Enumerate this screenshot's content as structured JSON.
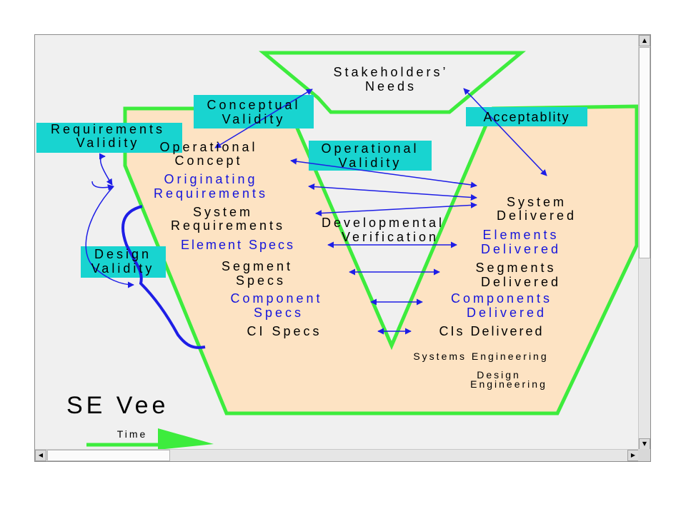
{
  "diagram": {
    "top": {
      "line1": "Stakeholders’",
      "line2": "Needs"
    },
    "boxes": {
      "conceptual_validity": {
        "line1": "Conceptual",
        "line2": "Validity"
      },
      "requirements_validity": {
        "line1": "Requirements",
        "line2": "Validity"
      },
      "operational_validity": {
        "line1": "Operational",
        "line2": "Validity"
      },
      "acceptability": "Acceptablity",
      "design_validity": {
        "line1": "Design",
        "line2": "Validity"
      }
    },
    "left_side": {
      "operational_concept": {
        "line1": "Operational",
        "line2": "Concept"
      },
      "originating_requirements": {
        "line1": "Originating",
        "line2": "Requirements"
      },
      "system_requirements": {
        "line1": "System",
        "line2": "Requirements"
      },
      "element_specs": "Element Specs",
      "segment_specs": {
        "line1": "Segment",
        "line2": "Specs"
      },
      "component_specs": {
        "line1": "Component",
        "line2": "Specs"
      },
      "ci_specs": "CI Specs"
    },
    "right_side": {
      "system_delivered": {
        "line1": "System",
        "line2": "Delivered"
      },
      "elements_delivered": {
        "line1": "Elements",
        "line2": "Delivered"
      },
      "segments_delivered": {
        "line1": "Segments",
        "line2": "Delivered"
      },
      "components_delivered": {
        "line1": "Components",
        "line2": "Delivered"
      },
      "cis_delivered": "CIs Delivered"
    },
    "developmental_verification": {
      "line1": "Developmental",
      "line2": "Verification"
    },
    "systems_engineering": "Systems Engineering",
    "design_engineering": {
      "line1": "Design",
      "line2": "Engineering"
    },
    "title": "SE Vee",
    "time_label": "Time"
  },
  "colors": {
    "canvas_bg": "#f0f0f0",
    "vee_fill": "#fde3c3",
    "vee_stroke": "#3dec3d",
    "box_fill": "#18d4d0",
    "arrow": "#1e1ee6",
    "blue_text": "#1414dc",
    "black_text": "#000000"
  },
  "scrollbar": {
    "up": "▲",
    "down": "▼",
    "left": "◀",
    "right": "▶"
  }
}
